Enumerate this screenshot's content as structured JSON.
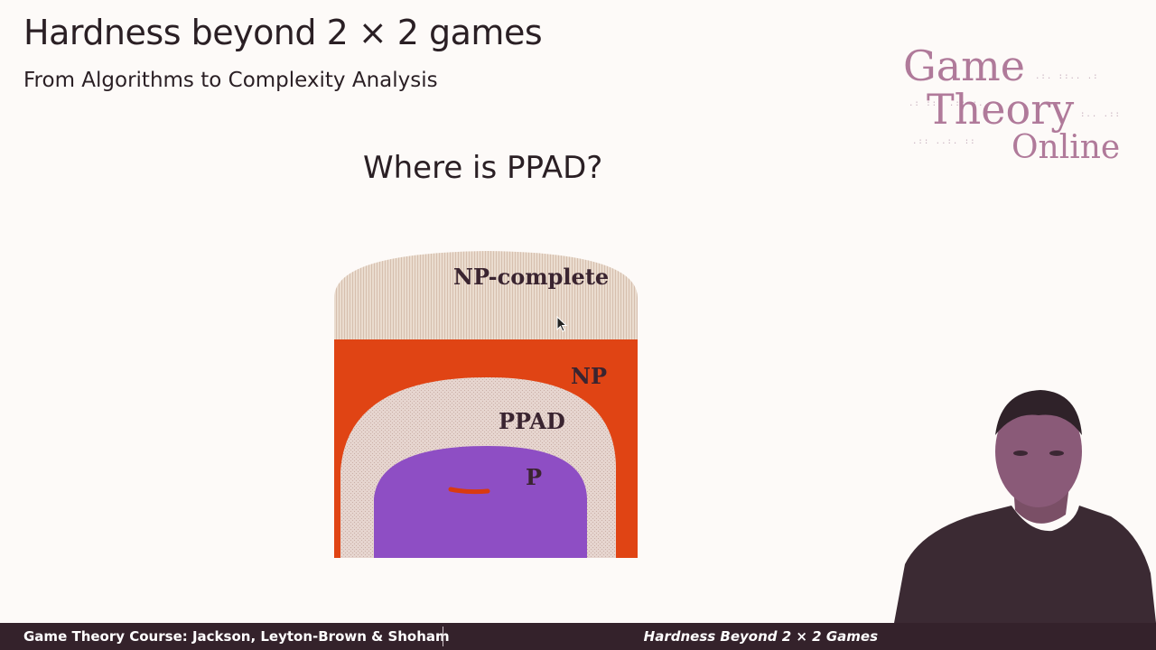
{
  "slide": {
    "title": "Hardness beyond 2 × 2 games",
    "subtitle": "From Algorithms to Complexity Analysis",
    "heading": "Where is PPAD?"
  },
  "logo": {
    "line1": "Game",
    "line2": "Theory",
    "line3": "Online"
  },
  "diagram": {
    "labels": {
      "np_complete": "NP-complete",
      "np": "NP",
      "ppad": "PPAD",
      "p": "P"
    },
    "colors": {
      "np_complete": "#e4d3c4",
      "np": "#e04414",
      "ppad": "#e0cec7",
      "p": "#8e4ec4",
      "mark": "#d93a10"
    }
  },
  "footer": {
    "left": "Game Theory Course: Jackson, Leyton-Brown & Shoham",
    "right": "Hardness Beyond 2 × 2 Games"
  }
}
